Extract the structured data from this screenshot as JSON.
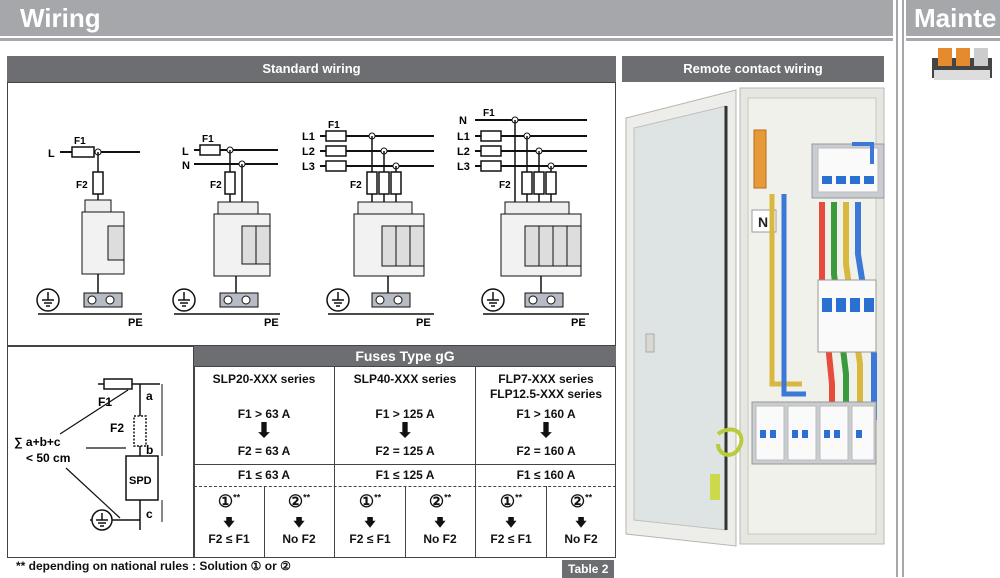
{
  "header": {
    "title": "Wiring",
    "right_title": "Mainte"
  },
  "standard": {
    "title": "Standard wiring",
    "diagrams": [
      {
        "lines": [
          "L"
        ],
        "f1": "F1",
        "f2": "F2",
        "pe": "PE"
      },
      {
        "lines": [
          "L",
          "N"
        ],
        "f1": "F1",
        "f2": "F2",
        "pe": "PE"
      },
      {
        "lines": [
          "L1",
          "L2",
          "L3"
        ],
        "f1": "F1",
        "f2": "F2",
        "pe": "PE"
      },
      {
        "lines": [
          "N",
          "L1",
          "L2",
          "L3"
        ],
        "f1": "F1",
        "f2": "F2",
        "pe": "PE"
      }
    ]
  },
  "remote": {
    "title": "Remote contact wiring",
    "n_label": "N"
  },
  "spd_diagram": {
    "f1": "F1",
    "f2": "F2",
    "a": "a",
    "b": "b",
    "c": "c",
    "sum": "∑ a+b+c",
    "limit": "< 50 cm",
    "spd": "SPD"
  },
  "fuses": {
    "title": "Fuses Type gG",
    "columns": [
      {
        "series": "SLP20-XXX series",
        "series2": "",
        "cond": "F1 > 63 A",
        "result": "F2 = 63 A",
        "cond2": "F1 ≤ 63 A",
        "opt1_num": "①",
        "opt1_mark": "**",
        "opt1_text": "F2 ≤ F1",
        "opt2_num": "②",
        "opt2_mark": "**",
        "opt2_text": "No F2"
      },
      {
        "series": "SLP40-XXX series",
        "series2": "",
        "cond": "F1 > 125 A",
        "result": "F2 = 125 A",
        "cond2": "F1 ≤ 125 A",
        "opt1_num": "①",
        "opt1_mark": "**",
        "opt1_text": "F2 ≤ F1",
        "opt2_num": "②",
        "opt2_mark": "**",
        "opt2_text": "No F2"
      },
      {
        "series": "FLP7-XXX series",
        "series2": "FLP12.5-XXX series",
        "cond": "F1 > 160 A",
        "result": "F2 = 160 A",
        "cond2": "F1 ≤ 160 A",
        "opt1_num": "①",
        "opt1_mark": "**",
        "opt1_text": "F2 ≤ F1",
        "opt2_num": "②",
        "opt2_mark": "**",
        "opt2_text": "No F2"
      }
    ]
  },
  "footnote": "** depending on national rules : Solution ① or ②",
  "table_tag": "Table 2"
}
